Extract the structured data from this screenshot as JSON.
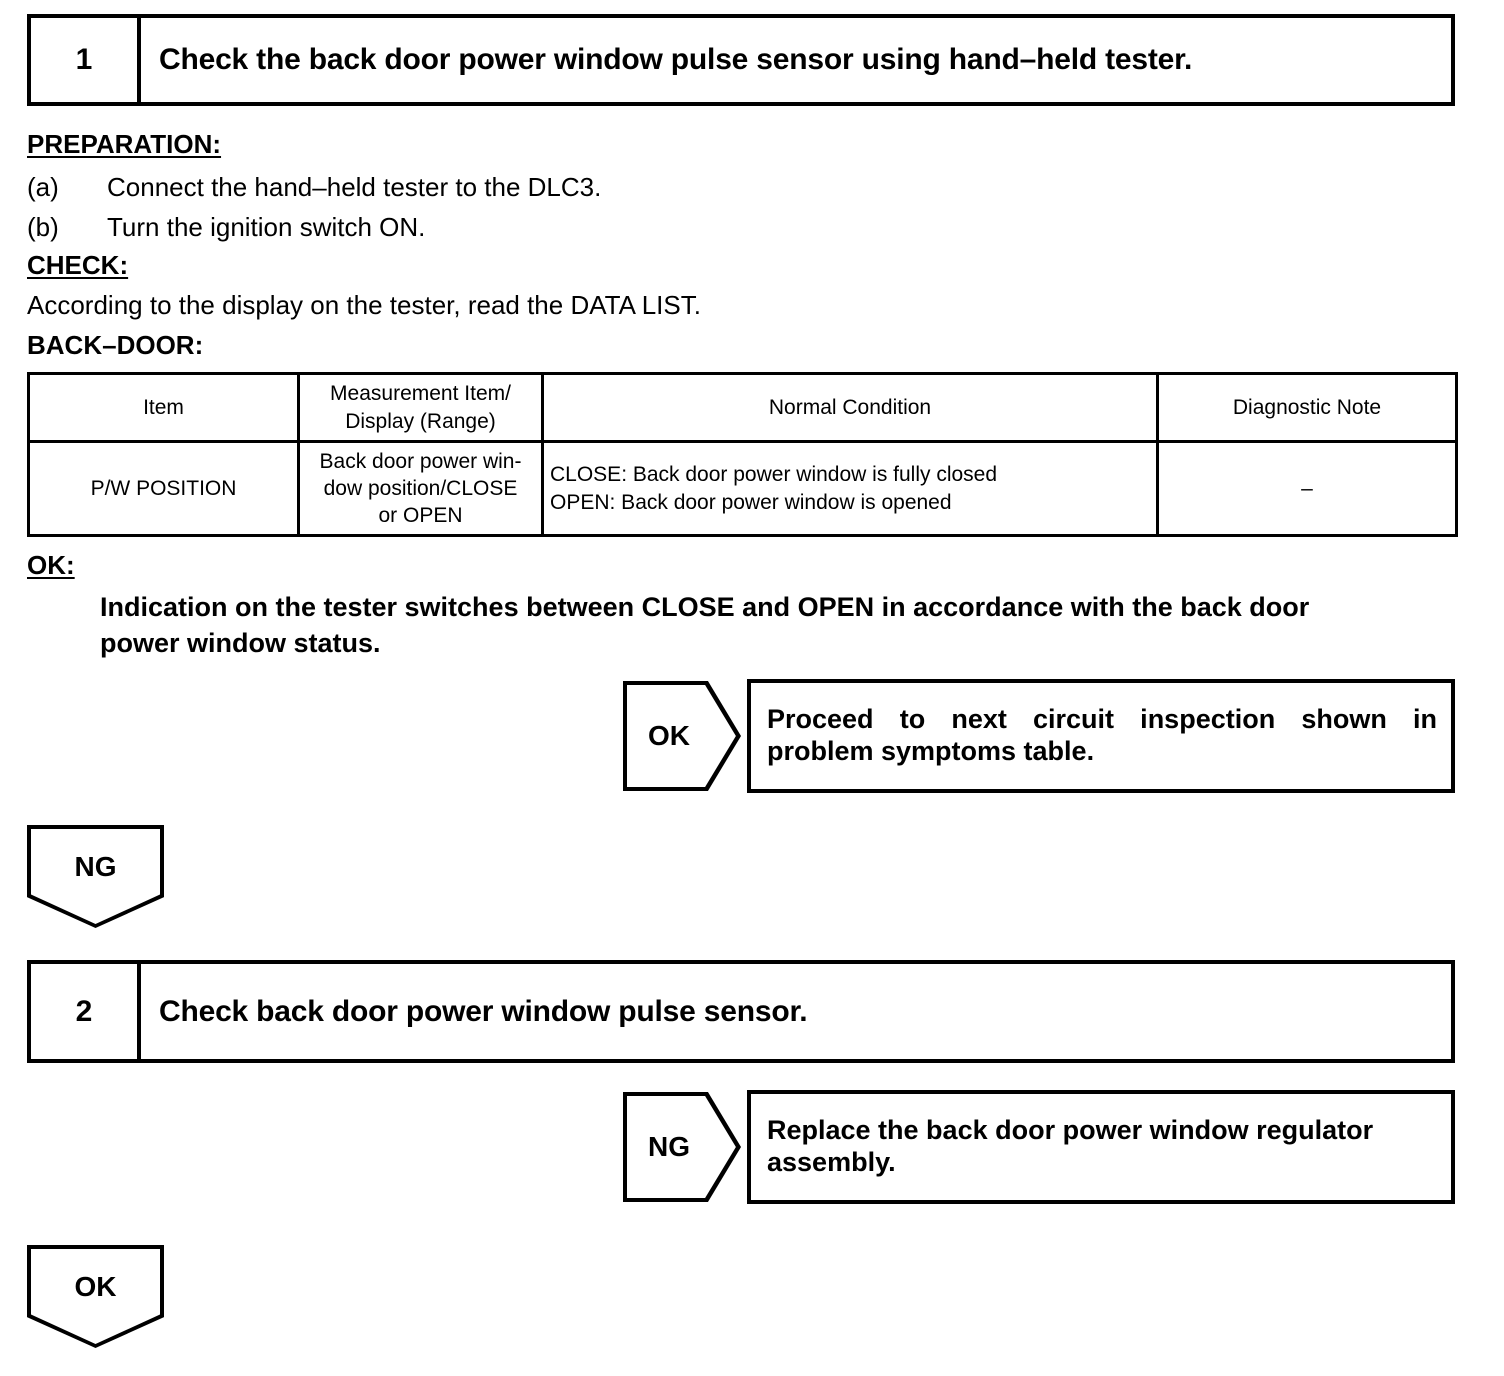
{
  "step1": {
    "number": "1",
    "title": "Check the back door power window pulse sensor using hand–held tester."
  },
  "preparation": {
    "heading": "PREPARATION:",
    "items": [
      {
        "marker": "(a)",
        "text": "Connect the hand–held tester to the DLC3."
      },
      {
        "marker": "(b)",
        "text": "Turn the ignition switch ON."
      }
    ]
  },
  "check": {
    "heading": "CHECK:",
    "text": "According to the display on the tester, read the DATA LIST.",
    "subheading": "BACK–DOOR:"
  },
  "table": {
    "headers": {
      "item": "Item",
      "measurement_line1": "Measurement Item/",
      "measurement_line2": "Display (Range)",
      "normal_condition": "Normal Condition",
      "diagnostic_note": "Diagnostic Note"
    },
    "rows": [
      {
        "item": "P/W POSITION",
        "measurement_line1": "Back door power win-",
        "measurement_line2": "dow position/CLOSE",
        "measurement_line3": "or OPEN",
        "normal_line1": "CLOSE: Back door power window is fully closed",
        "normal_line2": "OPEN: Back door power window is opened",
        "diagnostic_note": "–"
      }
    ]
  },
  "ok_criteria": {
    "heading": "OK:",
    "line1": "Indication on the tester switches between CLOSE and OPEN in accordance with the back door",
    "line2": "power window status."
  },
  "result1": {
    "tag": "OK",
    "line1": "Proceed to next circuit inspection shown in",
    "line2": "problem symptoms table."
  },
  "flow_ng": {
    "tag": "NG"
  },
  "step2": {
    "number": "2",
    "title": "Check back door power window pulse sensor."
  },
  "result2": {
    "tag": "NG",
    "line1": "Replace the back door power window regulator",
    "line2": "assembly."
  },
  "flow_ok": {
    "tag": "OK"
  }
}
